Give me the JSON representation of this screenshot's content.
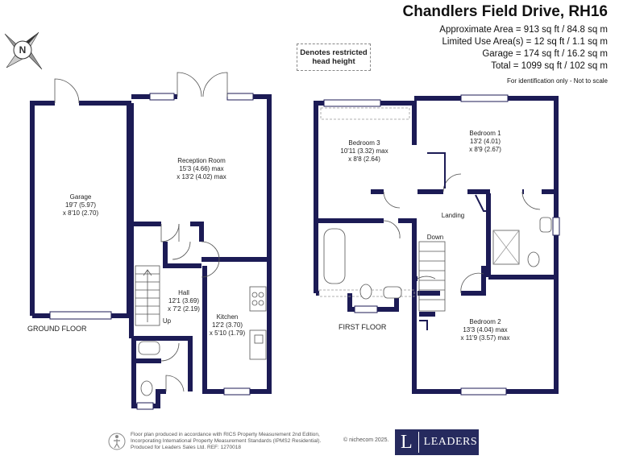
{
  "header": {
    "title": "Chandlers Field Drive, RH16",
    "lines": [
      "Approximate Area = 913 sq ft / 84.8 sq m",
      "Limited Use Area(s) = 12 sq ft / 1.1 sq m",
      "Garage = 174 sq ft / 16.2 sq m",
      "Total = 1099 sq ft / 102 sq m"
    ],
    "note": "For identification only - Not to scale"
  },
  "restricted": {
    "line1": "Denotes restricted",
    "line2": "head height"
  },
  "compass_letter": "N",
  "rooms": {
    "garage": [
      "Garage",
      "19'7 (5.97)",
      "x 8'10 (2.70)"
    ],
    "reception": [
      "Reception Room",
      "15'3 (4.66) max",
      "x 13'2 (4.02) max"
    ],
    "hall": [
      "Hall",
      "12'1 (3.69)",
      "x 7'2 (2.19)"
    ],
    "kitchen": [
      "Kitchen",
      "12'2 (3.70)",
      "x 5'10 (1.79)"
    ],
    "bedroom3": [
      "Bedroom 3",
      "10'11 (3.32) max",
      "x 8'8 (2.64)"
    ],
    "bedroom1": [
      "Bedroom 1",
      "13'2 (4.01)",
      "x 8'9 (2.67)"
    ],
    "landing": [
      "Landing"
    ],
    "bedroom2": [
      "Bedroom 2",
      "13'3 (4.04) max",
      "x 11'9 (3.57) max"
    ]
  },
  "stairs": {
    "up": "Up",
    "down": "Down"
  },
  "floors": {
    "ground": "GROUND FLOOR",
    "first": "FIRST FLOOR"
  },
  "footer": {
    "text_lines": [
      "Floor plan produced in accordance with RICS Property Measurement 2nd Edition,",
      "Incorporating International Property Measurement Standards (IPMS2 Residential).",
      "Produced for Leaders Sales Ltd.   REF: 1270018"
    ],
    "copyright": "© nichecom 2025.",
    "logo_letter": "L",
    "logo_text": "LEADERS"
  },
  "colors": {
    "wall": "#1c1b55",
    "logo_bg": "#262a5e"
  }
}
